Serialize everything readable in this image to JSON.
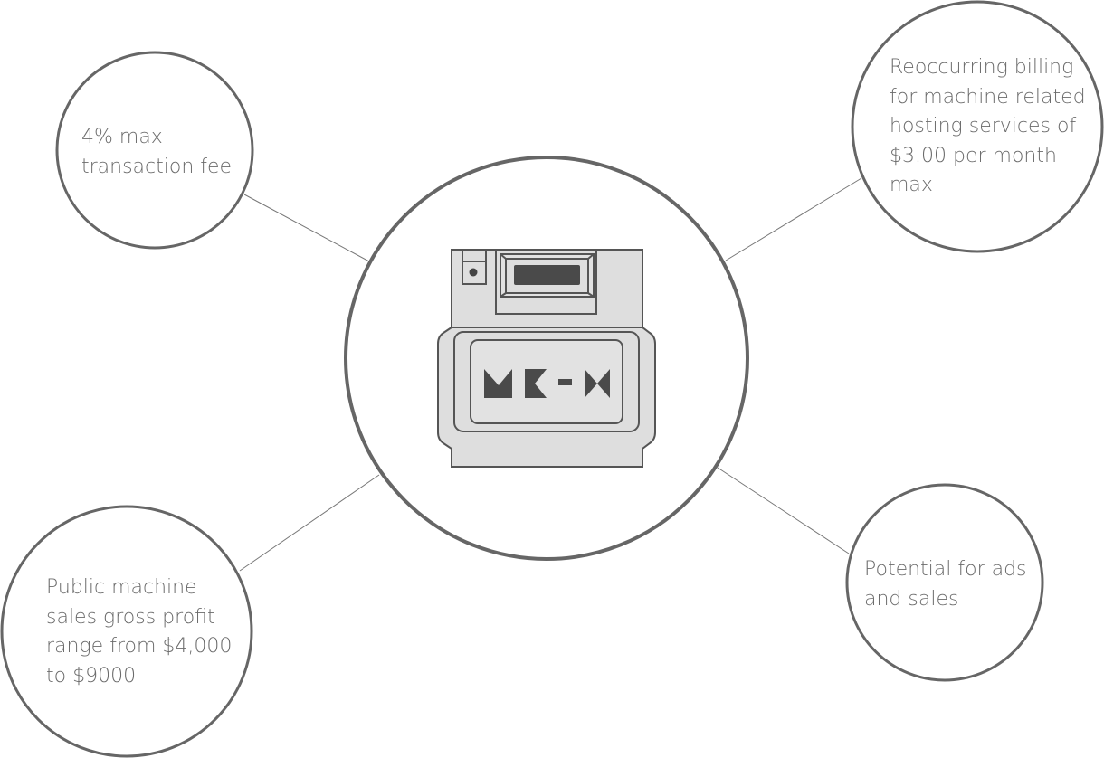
{
  "diagram": {
    "center": {
      "device_label": "MK-M",
      "icon": "machine-device-icon"
    },
    "nodes": {
      "fee": {
        "text": "4% max\ntransaction fee"
      },
      "billing": {
        "text": "Reoccurring billing\nfor machine related\nhosting services of\n$3.00 per month\nmax"
      },
      "ads": {
        "text": "Potential for ads\nand sales"
      },
      "sales": {
        "text": "Public machine\nsales gross profit\nrange from $4,000\nto $9000"
      }
    }
  },
  "colors": {
    "stroke": "#666666",
    "text": "#6b6b6b",
    "device_fill": "#dedede",
    "logo": "#4a4a4a"
  }
}
